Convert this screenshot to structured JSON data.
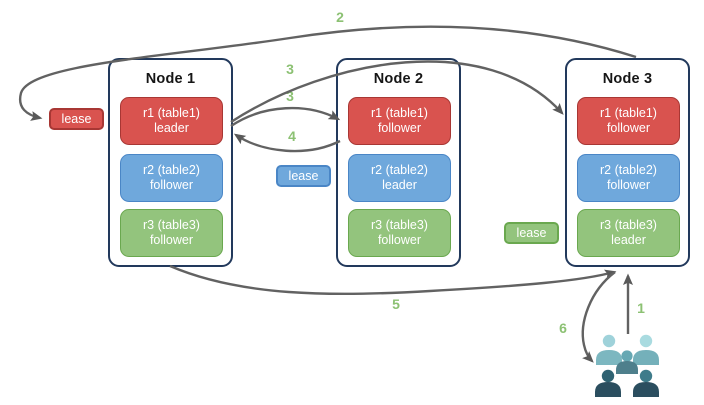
{
  "colors": {
    "replica_red": "#d9534f",
    "replica_blue": "#6fa8dc",
    "replica_green": "#93c47d",
    "node_border": "#22395c",
    "arrow": "#626262",
    "step_label": "#8cc173"
  },
  "nodes": [
    {
      "title": "Node 1",
      "replicas": [
        {
          "name": "r1 (table1)",
          "role": "leader",
          "color": "#d9534f"
        },
        {
          "name": "r2 (table2)",
          "role": "follower",
          "color": "#6fa8dc"
        },
        {
          "name": "r3 (table3)",
          "role": "follower",
          "color": "#93c47d"
        }
      ]
    },
    {
      "title": "Node 2",
      "replicas": [
        {
          "name": "r1 (table1)",
          "role": "follower",
          "color": "#d9534f"
        },
        {
          "name": "r2 (table2)",
          "role": "leader",
          "color": "#6fa8dc"
        },
        {
          "name": "r3 (table3)",
          "role": "follower",
          "color": "#93c47d"
        }
      ]
    },
    {
      "title": "Node 3",
      "replicas": [
        {
          "name": "r1 (table1)",
          "role": "follower",
          "color": "#d9534f"
        },
        {
          "name": "r2 (table2)",
          "role": "follower",
          "color": "#6fa8dc"
        },
        {
          "name": "r3 (table3)",
          "role": "leader",
          "color": "#93c47d"
        }
      ]
    }
  ],
  "leases": [
    {
      "label": "lease",
      "color": "#d9534f"
    },
    {
      "label": "lease",
      "color": "#6fa8dc"
    },
    {
      "label": "lease",
      "color": "#93c47d"
    }
  ],
  "steps": {
    "s1": "1",
    "s2": "2",
    "s3a": "3",
    "s3b": "3",
    "s4": "4",
    "s5": "5",
    "s6": "6"
  }
}
